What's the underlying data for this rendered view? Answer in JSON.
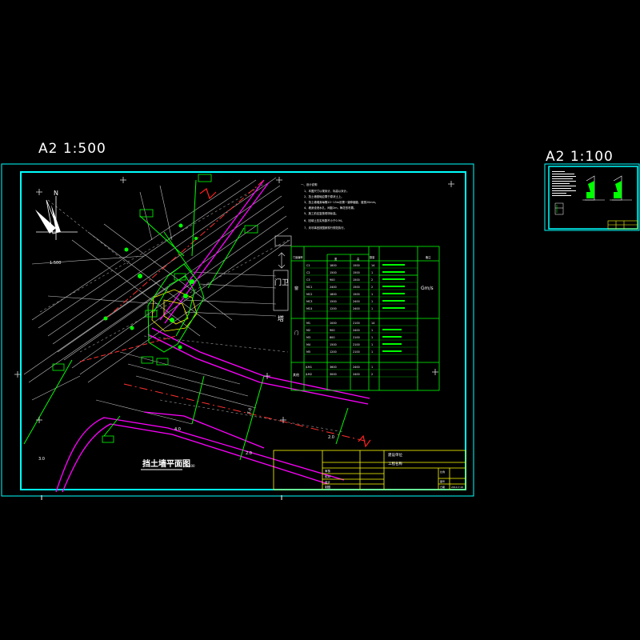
{
  "sheet_main": {
    "scale_label": "A2 1:500"
  },
  "sheet_detail": {
    "scale_label": "A2 1:100"
  },
  "plan": {
    "north_letter": "N",
    "scale_bar": "1:500",
    "plan_title": "挡土墙平面图",
    "plan_title_scale": "1:500",
    "gate_label": "门卫",
    "tower_label": "塔",
    "dim_values": [
      "5.0",
      "3.0",
      "2.0",
      "4.0",
      "2.0"
    ]
  },
  "notes": {
    "lines": [
      "一、设计说明",
      "1、本图尺寸以毫米计，标高以米计。",
      "2、挡土墙基础应置于原状土上。",
      "3、挡土墙墙身每隔10~15m设置一道伸缩缝，缝宽20mm。",
      "4、墙身设泄水孔，间距2m，梅花形布置。",
      "5、施工前应复核现场标高。",
      "6、回填土压实系数不小于0.94。",
      "7、未尽事宜按国家现行规范执行。"
    ]
  },
  "door_table": {
    "headers": [
      "门窗编号",
      "宽",
      "高",
      "数量",
      "备注"
    ],
    "side_window": "窗",
    "side_door": "门",
    "side_other": "其他",
    "window_rows": [
      [
        "C1",
        "1800",
        "1500",
        "14"
      ],
      [
        "C2",
        "1500",
        "1500",
        "1"
      ],
      [
        "C3",
        "900",
        "1500",
        "2"
      ],
      [
        "MC1",
        "2400",
        "1500",
        "2"
      ],
      [
        "MC2",
        "1800",
        "1500",
        "1"
      ],
      [
        "MC3",
        "1500",
        "2400",
        "1"
      ],
      [
        "MC4",
        "1200",
        "2400",
        "1"
      ]
    ],
    "door_rows": [
      [
        "M1",
        "1000",
        "2100",
        "14"
      ],
      [
        "M2",
        "900",
        "2400",
        "1"
      ],
      [
        "M3",
        "800",
        "2100",
        "1"
      ],
      [
        "M4",
        "1500",
        "2100",
        "1"
      ],
      [
        "M5",
        "1200",
        "2100",
        "1"
      ]
    ],
    "other_rows": [
      [
        "JLM1",
        "3600",
        "2400",
        "1"
      ],
      [
        "JLM2",
        "3000",
        "2400",
        "2"
      ]
    ],
    "remark": "Gm/s"
  },
  "title_block": {
    "project": "建设单位",
    "drawing": "工程名称",
    "rows": [
      "审核",
      "校对",
      "设计",
      "制图"
    ],
    "sheet_no": "图号",
    "date_label": "日期",
    "date_value": "2014.7.22",
    "scale_text": "比例"
  },
  "colors": {
    "frame": "#00ffff",
    "green": "#00ff00",
    "magenta": "#ff00ff",
    "yellow": "#ffff00",
    "red": "#ff0000",
    "white": "#ffffff",
    "grey": "#cfcfcf"
  }
}
